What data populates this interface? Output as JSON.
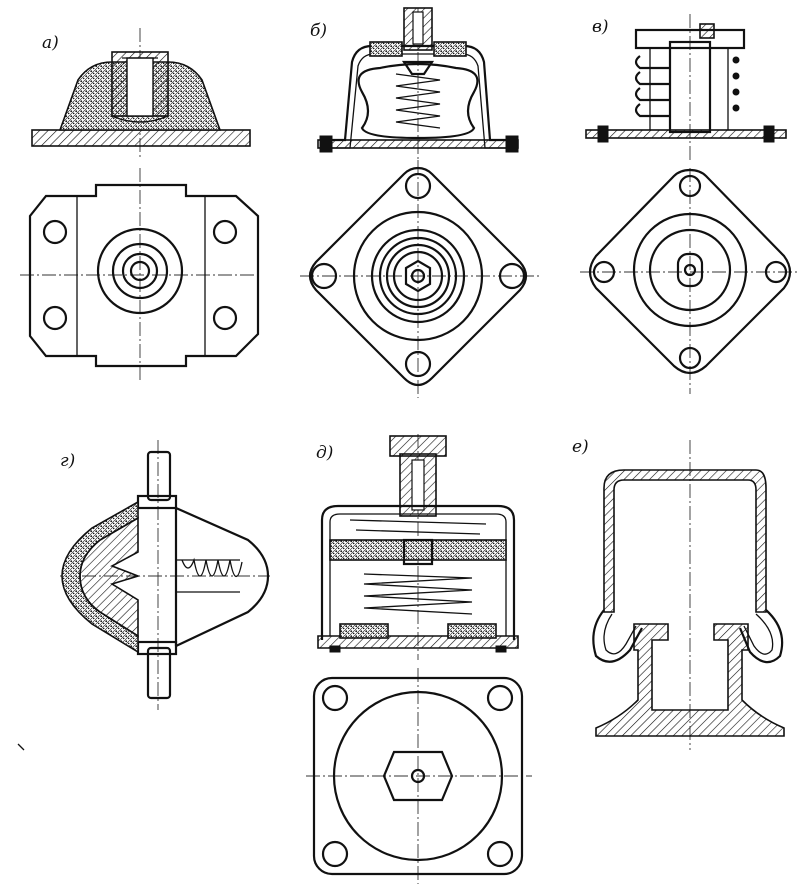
{
  "labels": {
    "a": "а)",
    "b": "б)",
    "v": "в)",
    "g": "г)",
    "d": "д)",
    "e": "е)"
  },
  "colors": {
    "ink": "#111111",
    "paper": "#ffffff"
  }
}
